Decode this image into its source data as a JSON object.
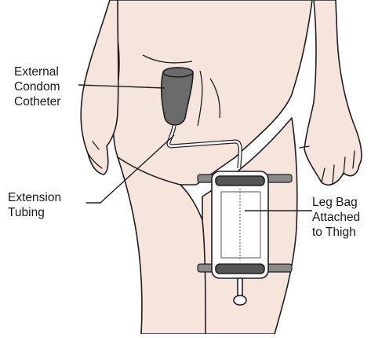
{
  "labels": {
    "catheter": [
      "External",
      "Condom",
      "Cotheter"
    ],
    "tubing": [
      "Extension",
      "Tubing"
    ],
    "legbag": [
      "Leg Bag",
      "Attached",
      "to Thigh"
    ]
  },
  "colors": {
    "skin": "#f6e5dc",
    "outline": "#1f1f1f",
    "catheter": "#6b6b6b",
    "strap": "#8a8a8a",
    "bag_fill": "#ffffff",
    "text": "#1a1a1a"
  }
}
